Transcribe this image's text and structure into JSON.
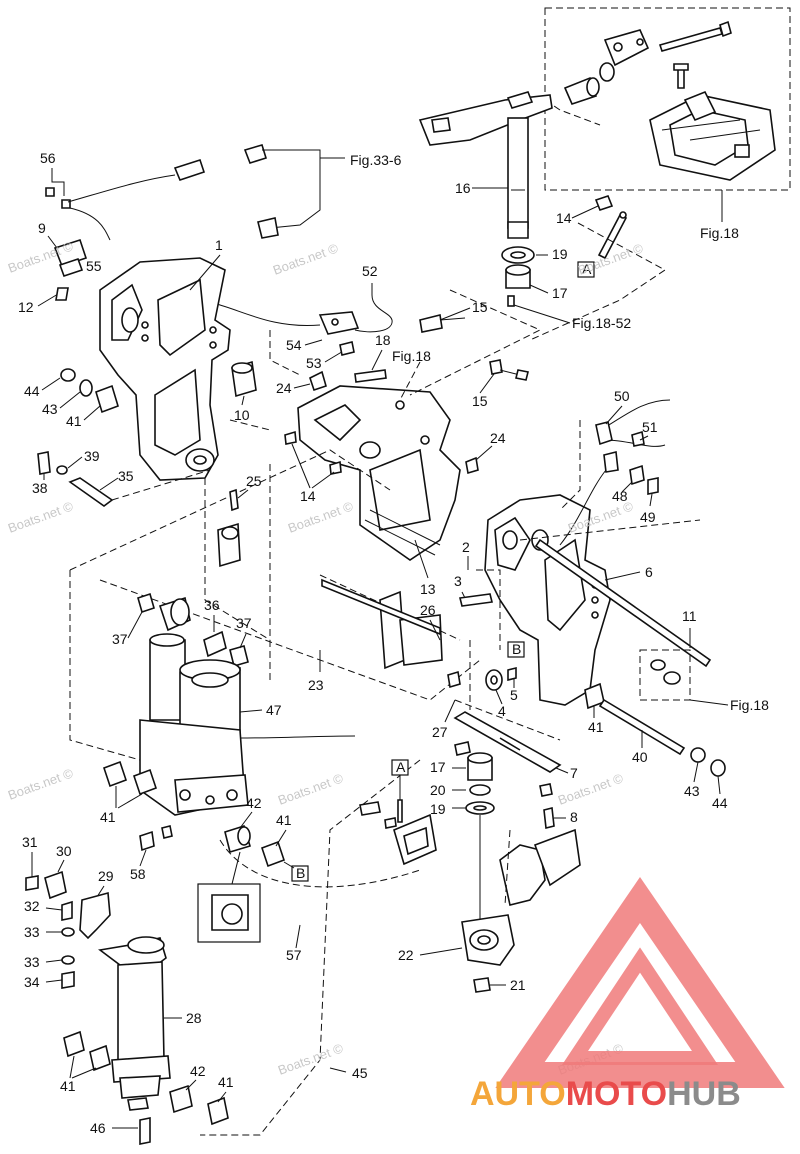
{
  "watermark": "Boats.net ©",
  "brand": {
    "part1": "AUTO",
    "part2": "MOTO",
    "part3": "HUB"
  },
  "colors": {
    "logo_red": "#e94b4b",
    "logo_orange": "#f4a63a",
    "logo_gray": "#8b8b8b"
  },
  "callouts": {
    "c1": "1",
    "c2": "2",
    "c3": "3",
    "c4": "4",
    "c5": "5",
    "c6": "6",
    "c7": "7",
    "c8": "8",
    "c9": "9",
    "c10": "10",
    "c11": "11",
    "c12": "12",
    "c13": "13",
    "c14a": "14",
    "c14b": "14",
    "c15a": "15",
    "c15b": "15",
    "c16": "16",
    "c17a": "17",
    "c17b": "17",
    "c18": "18",
    "c19a": "19",
    "c19b": "19",
    "c20": "20",
    "c21": "21",
    "c22": "22",
    "c23": "23",
    "c24a": "24",
    "c24b": "24",
    "c25": "25",
    "c26": "26",
    "c27": "27",
    "c28": "28",
    "c29": "29",
    "c30": "30",
    "c31": "31",
    "c32": "32",
    "c33a": "33",
    "c33b": "33",
    "c34": "34",
    "c35": "35",
    "c36": "36",
    "c37a": "37",
    "c37b": "37",
    "c38": "38",
    "c39": "39",
    "c40": "40",
    "c41a": "41",
    "c41b": "41",
    "c41c": "41",
    "c41d": "41",
    "c41e": "41",
    "c42a": "42",
    "c42b": "42",
    "c43a": "43",
    "c43b": "43",
    "c44a": "44",
    "c44b": "44",
    "c45": "45",
    "c46": "46",
    "c47": "47",
    "c48": "48",
    "c49": "49",
    "c50": "50",
    "c51": "51",
    "c52": "52",
    "c53": "53",
    "c54": "54",
    "c55": "55",
    "c56": "56",
    "c57": "57",
    "c58": "58"
  },
  "refs": {
    "fig33_6": "Fig.33-6",
    "fig18_top": "Fig.18",
    "fig18_mid": "Fig.18",
    "fig18_right": "Fig.18",
    "fig18_52": "Fig.18-52",
    "boxA_top": "A",
    "boxA_mid": "A",
    "boxB_mid": "B",
    "boxB_low": "B"
  }
}
